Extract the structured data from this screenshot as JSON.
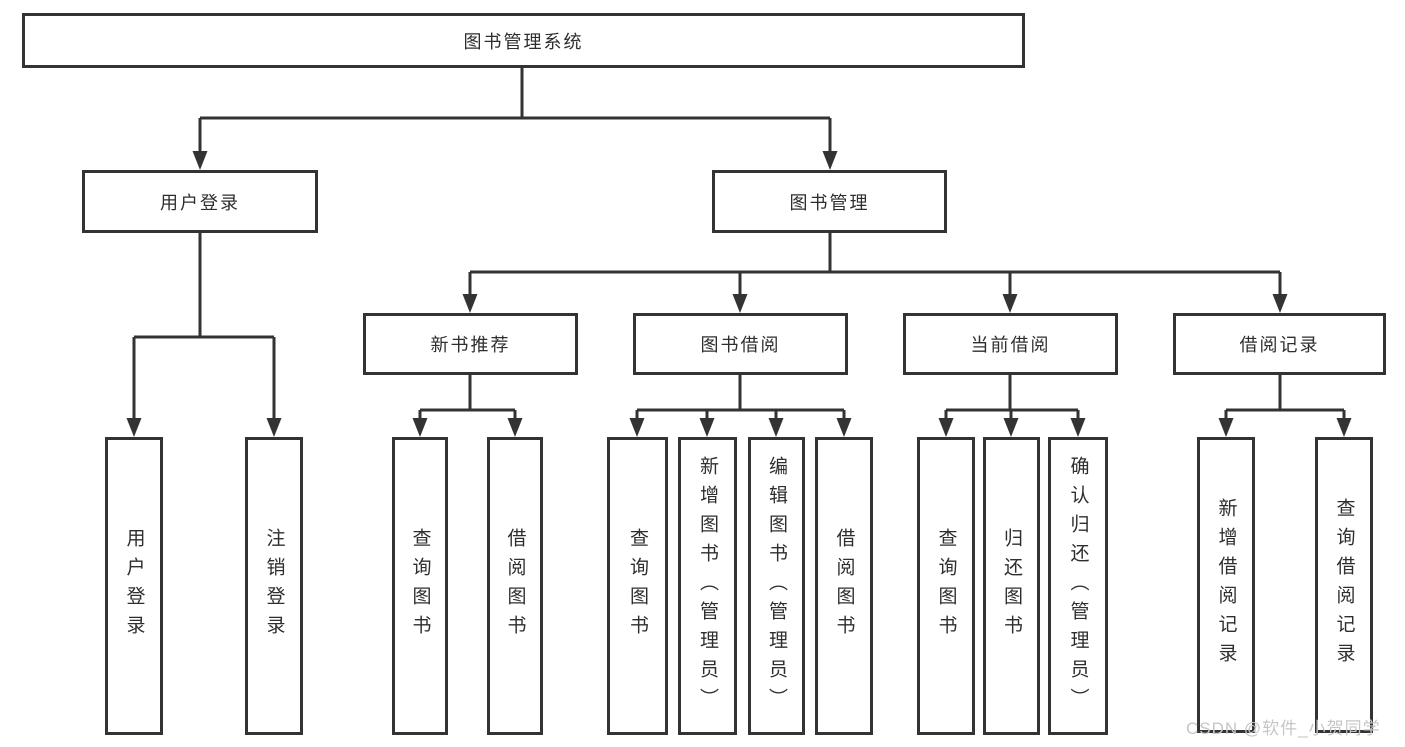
{
  "diagram": {
    "title": "图书管理系统",
    "branches": [
      {
        "label": "用户登录",
        "children": [
          {
            "label": "用户登录"
          },
          {
            "label": "注销登录"
          }
        ]
      },
      {
        "label": "图书管理",
        "children": [
          {
            "label": "新书推荐",
            "children": [
              {
                "label": "查询图书"
              },
              {
                "label": "借阅图书"
              }
            ]
          },
          {
            "label": "图书借阅",
            "children": [
              {
                "label": "查询图书"
              },
              {
                "label": "新增图书（管理员）"
              },
              {
                "label": "编辑图书（管理员）"
              },
              {
                "label": "借阅图书"
              }
            ]
          },
          {
            "label": "当前借阅",
            "children": [
              {
                "label": "查询图书"
              },
              {
                "label": "归还图书"
              },
              {
                "label": "确认归还（管理员）"
              }
            ]
          },
          {
            "label": "借阅记录",
            "children": [
              {
                "label": "新增借阅记录"
              },
              {
                "label": "查询借阅记录"
              }
            ]
          }
        ]
      }
    ]
  },
  "watermark": {
    "text": "CSDN @软件_小贺同学"
  },
  "colors": {
    "line": "#333333",
    "box_border": "#333333",
    "text": "#2e2e2e",
    "watermark": "#c6c6c6",
    "background": "#ffffff"
  }
}
